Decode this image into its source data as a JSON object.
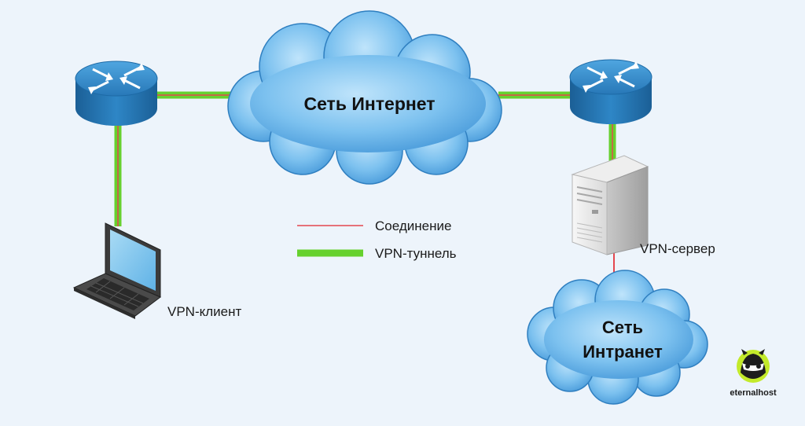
{
  "nodes": {
    "internet": {
      "label": "Сеть Интернет"
    },
    "intranet": {
      "label_line1": "Сеть",
      "label_line2": "Интранет"
    },
    "vpn_client": {
      "label": "VPN-клиент"
    },
    "vpn_server": {
      "label": "VPN-сервер"
    }
  },
  "legend": {
    "connection": {
      "label": "Соединение",
      "color": "#e4474f"
    },
    "vpn_tunnel": {
      "label": "VPN-туннель",
      "color": "#66d12e"
    }
  },
  "colors": {
    "background": "#edf4fb",
    "cloud": "#58a8e4",
    "router": "#2b86c8",
    "connection_line": "#e4474f",
    "tunnel": "#66d12e"
  },
  "brand": {
    "name": "eternalhost",
    "accent": "#c3ea2a"
  }
}
